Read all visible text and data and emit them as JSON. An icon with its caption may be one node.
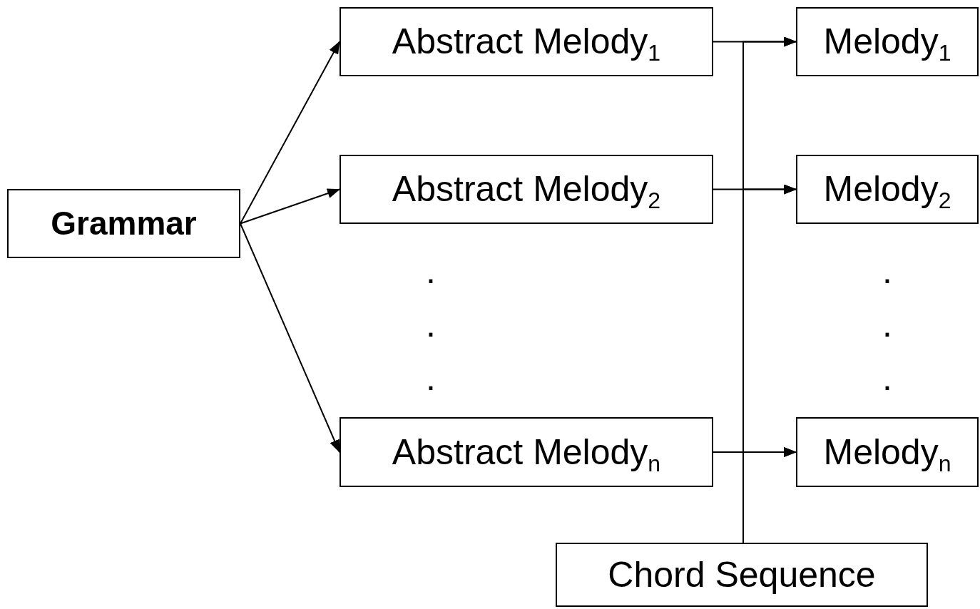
{
  "diagram": {
    "nodes": [
      {
        "text": [
          "Grammar"
        ]
      },
      {
        "text": [
          "Abstract Melody$_{1}$"
        ]
      },
      {
        "text": [
          "Abstract Melody$_{2}$"
        ]
      },
      {
        "text": [
          "Abstract Melody$_{n}$"
        ]
      },
      {
        "text": [
          "Melody$_{1}$"
        ]
      },
      {
        "text": [
          "Melody$_{2}$"
        ]
      },
      {
        "text": [
          "Melody$_{n}$"
        ]
      },
      {
        "text": [
          "Chord Sequence"
        ]
      }
    ],
    "edges": [
      {
        "from": 0,
        "to": 1,
        "arrow": "to"
      },
      {
        "from": 0,
        "to": 2,
        "arrow": "to"
      },
      {
        "from": 0,
        "to": 3,
        "arrow": "to"
      },
      {
        "from": 1,
        "to": 4,
        "arrow": "to"
      },
      {
        "from": 2,
        "to": 5,
        "arrow": "to"
      },
      {
        "from": 3,
        "to": 6,
        "arrow": "to"
      },
      {
        "from": 7,
        "to": 4,
        "arrow": "to"
      },
      {
        "from": 7,
        "to": 5,
        "arrow": "to"
      },
      {
        "from": 7,
        "to": 6,
        "arrow": "to"
      }
    ],
    "labels": [
      ".",
      ".",
      ".",
      ".",
      ".",
      "."
    ]
  }
}
